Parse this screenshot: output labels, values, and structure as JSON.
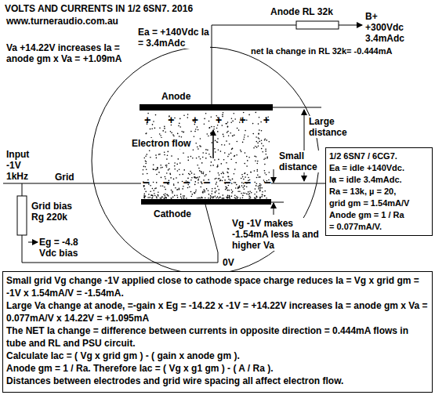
{
  "diagram": {
    "title": "VOLTS AND CURRENTS IN 1/2 6SN7. 2016",
    "nodes": [
      {
        "text": [
          "1/2 6SN7 / 6CG7.",
          "Ea = idle +140Vdc.",
          "Ia = idle 3.4mAdc.",
          "Ra = 13k, µ = 20,",
          "grid gm = 1.54mA/V",
          "Anode gm = 1 / Ra",
          "= 0.077mA/V."
        ]
      },
      {
        "text": [
          "Small grid Vg change -1V applied close to cathode space charge reduces Ia = Vg x grid gm = -1V x 1.54mA/V = -1.54mA.",
          "Large Va change at anode, =-gain x Eg = -14.22 x -1V = +14.22V increases Ia = anode gm x Va = 0.077mA/V x 14.22V = +1.095mA",
          "The NET Ia change = difference between currents in opposite direction = 0.444mA flows in tube and RL and PSU circuit.",
          "Calculate Iac = ( Vg x grid gm ) - ( gain x anode gm ).",
          "Anode gm = 1 / Ra. Therefore Iac = ( Vg x g1 gm ) - ( A / Ra ).",
          "Distances between electrodes and grid wire spacing all affect electron flow."
        ]
      }
    ],
    "labels": [
      "www.turneraudio.com.au",
      "Va +14.22V increases Ia = anode gm x Va = +1.09mA",
      "Ea = +140Vdc Ia = 3.4mAdc",
      "Anode RL 32k",
      "B+ +300Vdc 3.4mAdc",
      "net Ia change in RL 32k= -0.444mA",
      "Anode",
      "+ + + + + +",
      "Electron flow",
      "Input -1V 1kHz",
      "Grid",
      "– – – – – – –",
      "Cathode",
      "Grid bias Rg 220k",
      "Eg = -4.8 Vdc bias",
      "0V",
      "Small distance",
      "Large distance",
      "Vg -1V makes -1.54mA less Ia and higher Va"
    ]
  }
}
